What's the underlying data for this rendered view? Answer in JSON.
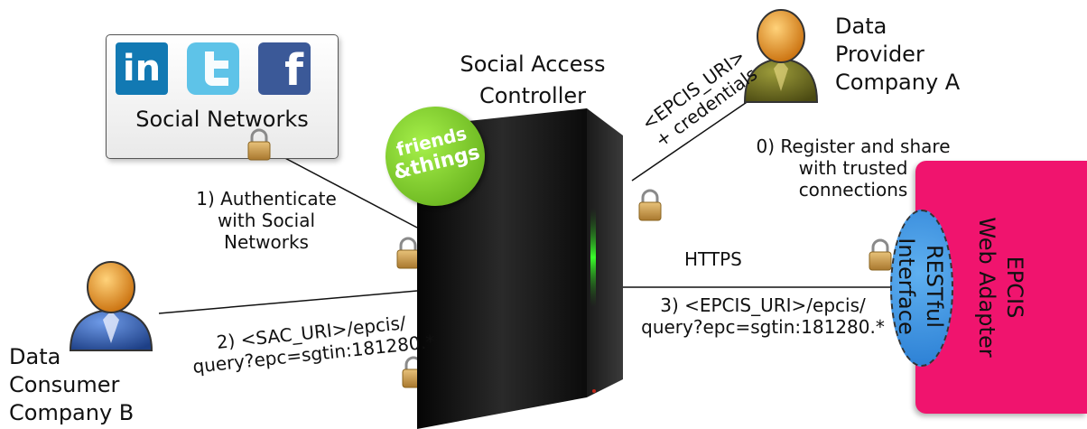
{
  "social_box": {
    "label": "Social Networks",
    "icons": [
      "linkedin-icon",
      "twitter-icon",
      "facebook-icon"
    ],
    "linkedin_text": "in",
    "facebook_text": "f"
  },
  "sac": {
    "title_line1": "Social Access",
    "title_line2": "Controller",
    "sticker_line1": "friends",
    "sticker_line2": "&things"
  },
  "provider": {
    "line1": "Data",
    "line2": "Provider",
    "line3": "Company A"
  },
  "consumer": {
    "line1": "Data",
    "line2": "Consumer",
    "line3": "Company B"
  },
  "steps": {
    "step0_line1": "0) Register and share",
    "step0_line2": "with trusted",
    "step0_line3": "connections",
    "step1_line1": "1) Authenticate",
    "step1_line2": "with Social",
    "step1_line3": "Networks",
    "step2_line1": "2) <SAC_URI>/epcis/",
    "step2_line2": "query?epc=sgtin:181280.*",
    "step3_line1": "3) <EPCIS_URI>/epcis/",
    "step3_line2": "query?epc=sgtin:181280.*",
    "provider_link_line1": "<EPCIS_URI>",
    "provider_link_line2": "+ credentials",
    "https": "HTTPS"
  },
  "epcis": {
    "line1": "EPCIS",
    "line2": "Web Adapter",
    "restful_line1": "RESTful",
    "restful_line2": "Interface"
  },
  "colors": {
    "epcis_pink": "#f0146e",
    "restful_blue": "#3d8ee0",
    "sticker_green": "#7ed321",
    "server_black": "#161616",
    "lock_gold": "#c79a4a",
    "person_orange": "#f09a1e",
    "provider_olive": "#6b6a1e",
    "consumer_blue": "#2e58a8"
  }
}
